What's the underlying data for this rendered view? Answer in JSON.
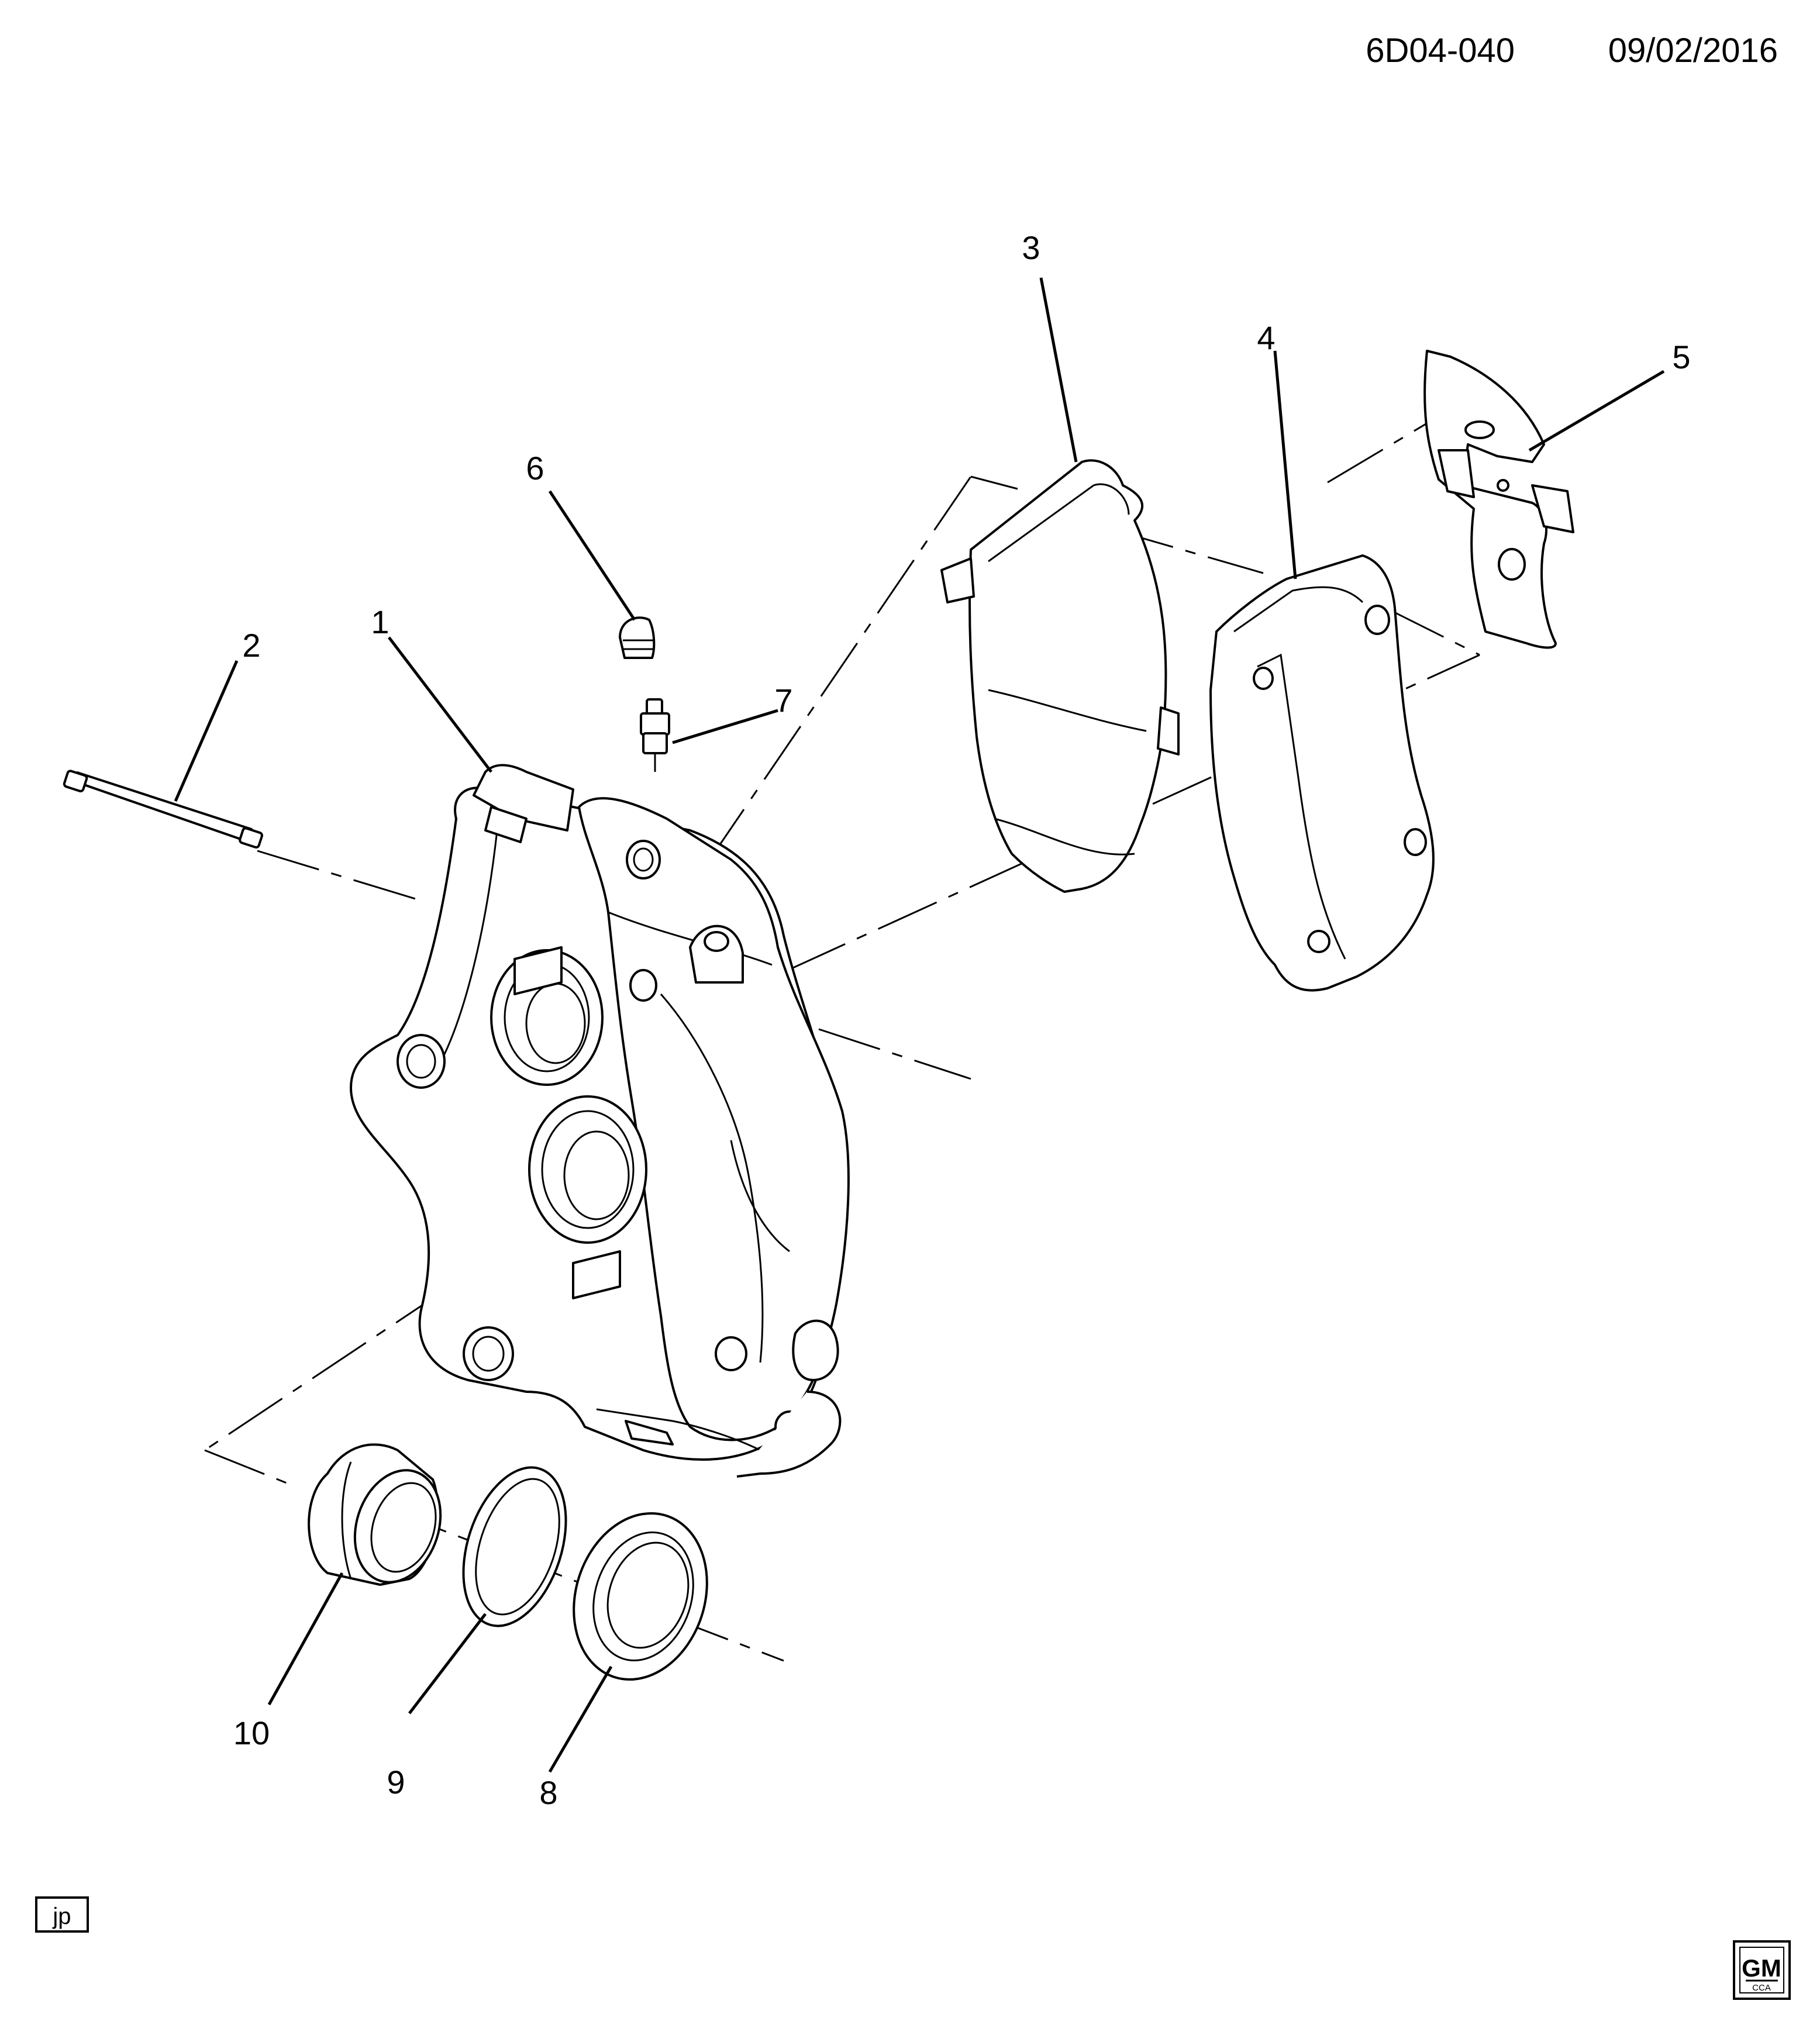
{
  "header": {
    "diagram_id": "6D04-040",
    "date": "09/02/2016"
  },
  "footer": {
    "initials": "jp",
    "logo_text": "GM",
    "logo_subtext": "CCA"
  },
  "callouts": [
    {
      "key": "1",
      "text": "1"
    },
    {
      "key": "2",
      "text": "2"
    },
    {
      "key": "3",
      "text": "3"
    },
    {
      "key": "4",
      "text": "4"
    },
    {
      "key": "5",
      "text": "5"
    },
    {
      "key": "6",
      "text": "6"
    },
    {
      "key": "7",
      "text": "7"
    },
    {
      "key": "8",
      "text": "8"
    },
    {
      "key": "9",
      "text": "9"
    },
    {
      "key": "10",
      "text": "10"
    }
  ],
  "parts": [
    {
      "id": "1",
      "name": "caliper-assembly"
    },
    {
      "id": "2",
      "name": "pad-retaining-pin"
    },
    {
      "id": "3",
      "name": "inner-brake-pad"
    },
    {
      "id": "4",
      "name": "outer-brake-pad"
    },
    {
      "id": "5",
      "name": "anti-rattle-spring"
    },
    {
      "id": "6",
      "name": "bleeder-cap"
    },
    {
      "id": "7",
      "name": "bleeder-valve"
    },
    {
      "id": "8",
      "name": "dust-boot"
    },
    {
      "id": "9",
      "name": "piston-seal"
    },
    {
      "id": "10",
      "name": "piston"
    }
  ]
}
